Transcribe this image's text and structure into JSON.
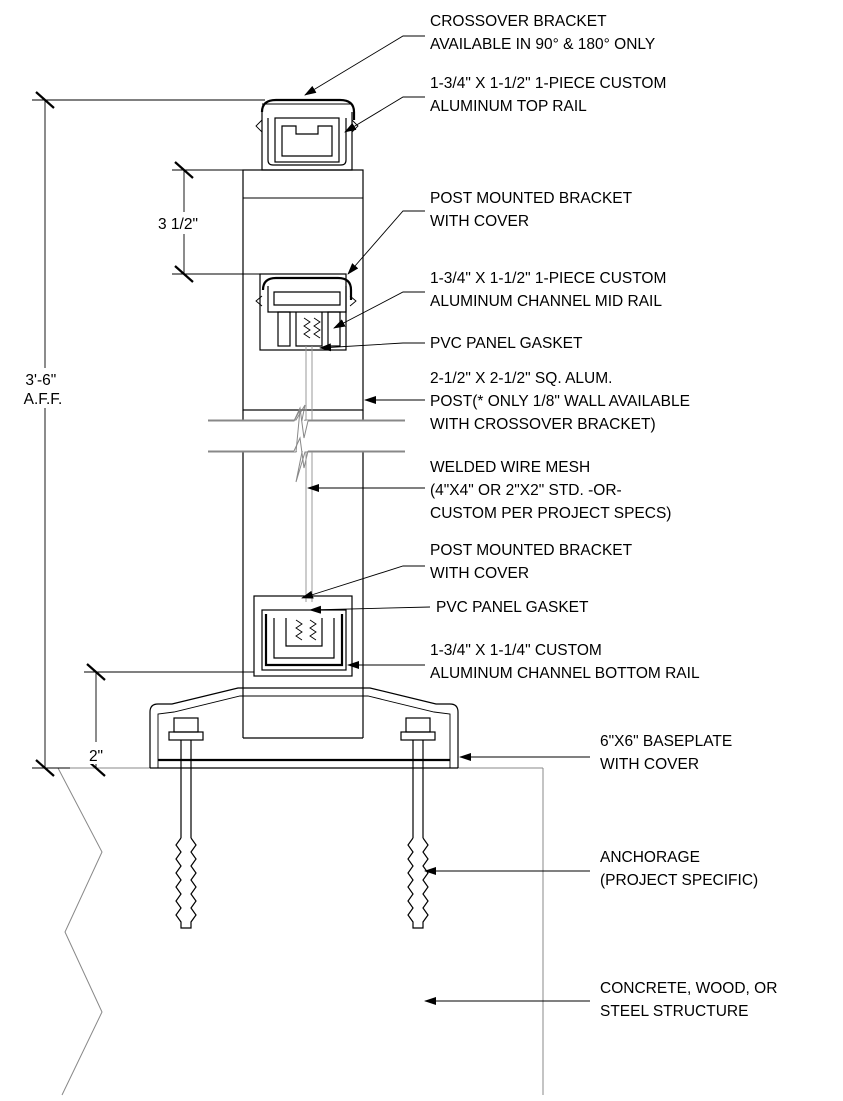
{
  "labels": {
    "crossover_bracket": [
      "CROSSOVER BRACKET",
      "AVAILABLE IN 90° & 180° ONLY"
    ],
    "top_rail": [
      "1-3/4\" X 1-1/2\" 1-PIECE CUSTOM",
      "ALUMINUM TOP RAIL"
    ],
    "post_bracket_top": [
      "POST MOUNTED BRACKET",
      "WITH COVER"
    ],
    "mid_rail": [
      "1-3/4\" X 1-1/2\" 1-PIECE CUSTOM",
      "ALUMINUM CHANNEL MID RAIL"
    ],
    "gasket_top": [
      "PVC PANEL GASKET"
    ],
    "post": [
      "2-1/2\" X 2-1/2\" SQ. ALUM.",
      "POST(* ONLY 1/8\" WALL AVAILABLE",
      "WITH CROSSOVER BRACKET)"
    ],
    "mesh": [
      "WELDED WIRE MESH",
      "(4\"X4\" OR 2\"X2\" STD. -OR-",
      "CUSTOM PER PROJECT SPECS)"
    ],
    "post_bracket_bottom": [
      "POST MOUNTED BRACKET",
      "WITH COVER"
    ],
    "gasket_bottom": [
      "PVC PANEL GASKET"
    ],
    "bottom_rail": [
      "1-3/4\" X 1-1/4\" CUSTOM",
      "ALUMINUM CHANNEL BOTTOM RAIL"
    ],
    "baseplate": [
      "6\"X6\" BASEPLATE",
      "WITH COVER"
    ],
    "anchorage": [
      "ANCHORAGE",
      "(PROJECT SPECIFIC)"
    ],
    "structure": [
      "CONCRETE, WOOD, OR",
      "STEEL STRUCTURE"
    ]
  },
  "dimensions": {
    "overall_height": [
      "3'-6\"",
      "A.F.F."
    ],
    "top_offset": "3 1/2\"",
    "bottom_offset": "2\""
  }
}
